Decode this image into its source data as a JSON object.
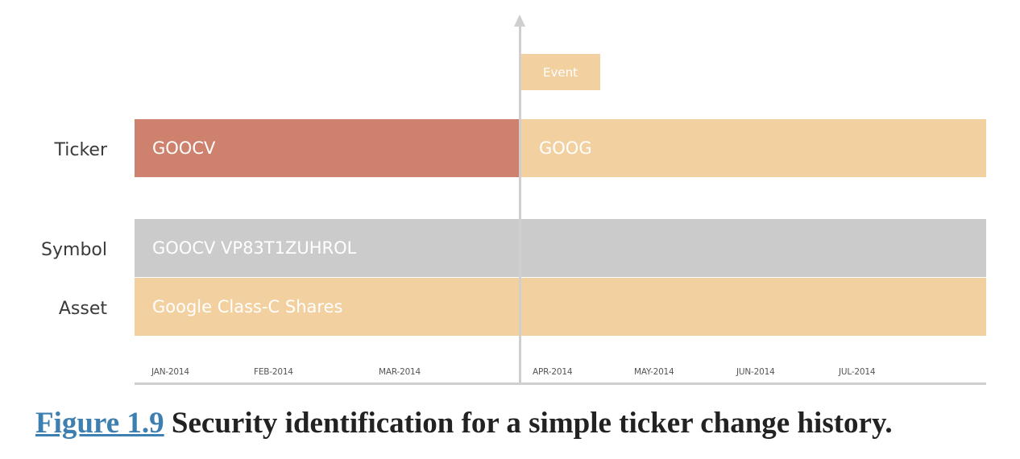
{
  "rows": {
    "ticker": "Ticker",
    "symbol": "Symbol",
    "asset": "Asset"
  },
  "event": "Event",
  "bands": {
    "ticker_before": "GOOCV",
    "ticker_after": "GOOG",
    "symbol": "GOOCV VP83T1ZUHROL",
    "asset": "Google Class-C Shares"
  },
  "colors": {
    "ticker_before": "#ce826e",
    "light_band": "#f2d0a0",
    "symbol_band": "#cbcbcb",
    "axis": "#cfcfcf"
  },
  "months": [
    "JAN-2014",
    "FEB-2014",
    "MAR-2014",
    "APR-2014",
    "MAY-2014",
    "JUN-2014",
    "JUL-2014"
  ],
  "caption": {
    "ref": "Figure 1.9",
    "text": "Security identification for a simple ticker change history."
  }
}
